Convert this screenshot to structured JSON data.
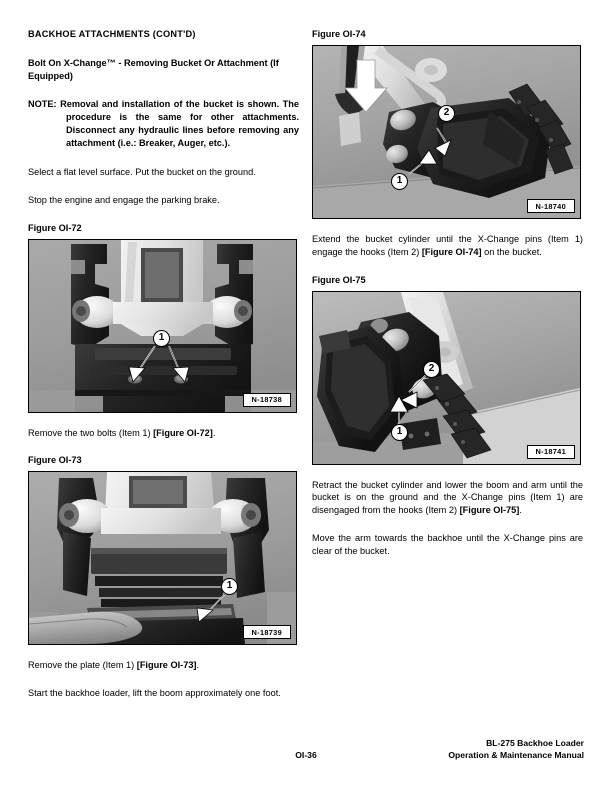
{
  "document": {
    "section_title": "BACKHOE ATTACHMENTS (CONT'D)",
    "sub_title": "Bolt On X-Change™ - Removing Bucket Or Attachment (If Equipped)"
  },
  "note": {
    "label": "NOTE:",
    "text": "Removal and installation of the bucket is shown. The procedure is the same for other attachments. Disconnect any hydraulic lines before removing any attachment (i.e.: Breaker, Auger, etc.)."
  },
  "left_column": {
    "para_1": "Select a flat level surface. Put the bucket on the ground.",
    "para_2": "Stop the engine and engage the parking brake.",
    "figure_72": {
      "caption": "Figure OI-72",
      "id_tag": "N-18738",
      "callouts": [
        {
          "label": "1"
        }
      ]
    },
    "para_3_pre": "Remove the two bolts (Item 1) ",
    "para_3_ref": "[Figure OI-72]",
    "para_3_post": ".",
    "figure_73": {
      "caption": "Figure OI-73",
      "id_tag": "N-18739",
      "callouts": [
        {
          "label": "1"
        }
      ]
    },
    "para_4_pre": "Remove the plate (Item 1) ",
    "para_4_ref": "[Figure OI-73]",
    "para_4_post": ".",
    "para_5": "Start the backhoe loader, lift the boom approximately one foot."
  },
  "right_column": {
    "figure_74": {
      "caption": "Figure OI-74",
      "id_tag": "N-18740",
      "callouts": [
        {
          "label": "1"
        },
        {
          "label": "2"
        }
      ]
    },
    "para_1_pre": "Extend the bucket cylinder until the X-Change pins (Item 1) engage the hooks (Item 2) ",
    "para_1_ref": "[Figure OI-74]",
    "para_1_post": " on the bucket.",
    "figure_75": {
      "caption": "Figure OI-75",
      "id_tag": "N-18741",
      "callouts": [
        {
          "label": "1"
        },
        {
          "label": "2"
        }
      ]
    },
    "para_2_pre": "Retract the bucket cylinder and lower the boom and arm until the bucket is on the ground and the X-Change pins (Item 1) are disengaged from the hooks (Item 2) ",
    "para_2_ref": "[Figure OI-75]",
    "para_2_post": ".",
    "para_3": "Move the arm towards the backhoe until the X-Change pins are clear of the bucket."
  },
  "footer": {
    "page_number": "OI-36",
    "model_line": "BL-275 Backhoe Loader",
    "manual_line": "Operation & Maintenance Manual"
  }
}
